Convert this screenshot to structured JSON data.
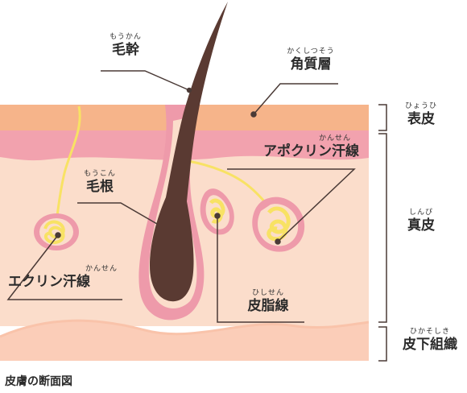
{
  "caption": "皮膚の断面図",
  "labels": {
    "hair_shaft": {
      "ruby": "もうかん",
      "text": "毛幹"
    },
    "stratum_corneum": {
      "ruby": "かくしつそう",
      "text": "角質層"
    },
    "apocrine_gland": {
      "ruby": "かんせん",
      "text": "アポクリン汗線"
    },
    "hair_root": {
      "ruby": "もうこん",
      "text": "毛根"
    },
    "eccrine_gland": {
      "ruby": "かんせん",
      "text": "エクリン汗線"
    },
    "sebaceous_gland": {
      "ruby": "ひしせん",
      "text": "皮脂線"
    }
  },
  "layers": {
    "epidermis": {
      "ruby": "ひょうひ",
      "text": "表皮"
    },
    "dermis": {
      "ruby": "しんぴ",
      "text": "真皮"
    },
    "subcutis": {
      "ruby": "ひかそしき",
      "text": "皮下組織"
    }
  },
  "colors": {
    "stratum_corneum": "#F6B48A",
    "epidermis_pink": "#F2A2AE",
    "dermis": "#FBDDCB",
    "subcutis": "#FBCDB8",
    "hair": "#5A3A32",
    "follicle": "#EE9AAA",
    "gland_yellow": "#F8E264",
    "leader_line": "#4A3A36"
  }
}
